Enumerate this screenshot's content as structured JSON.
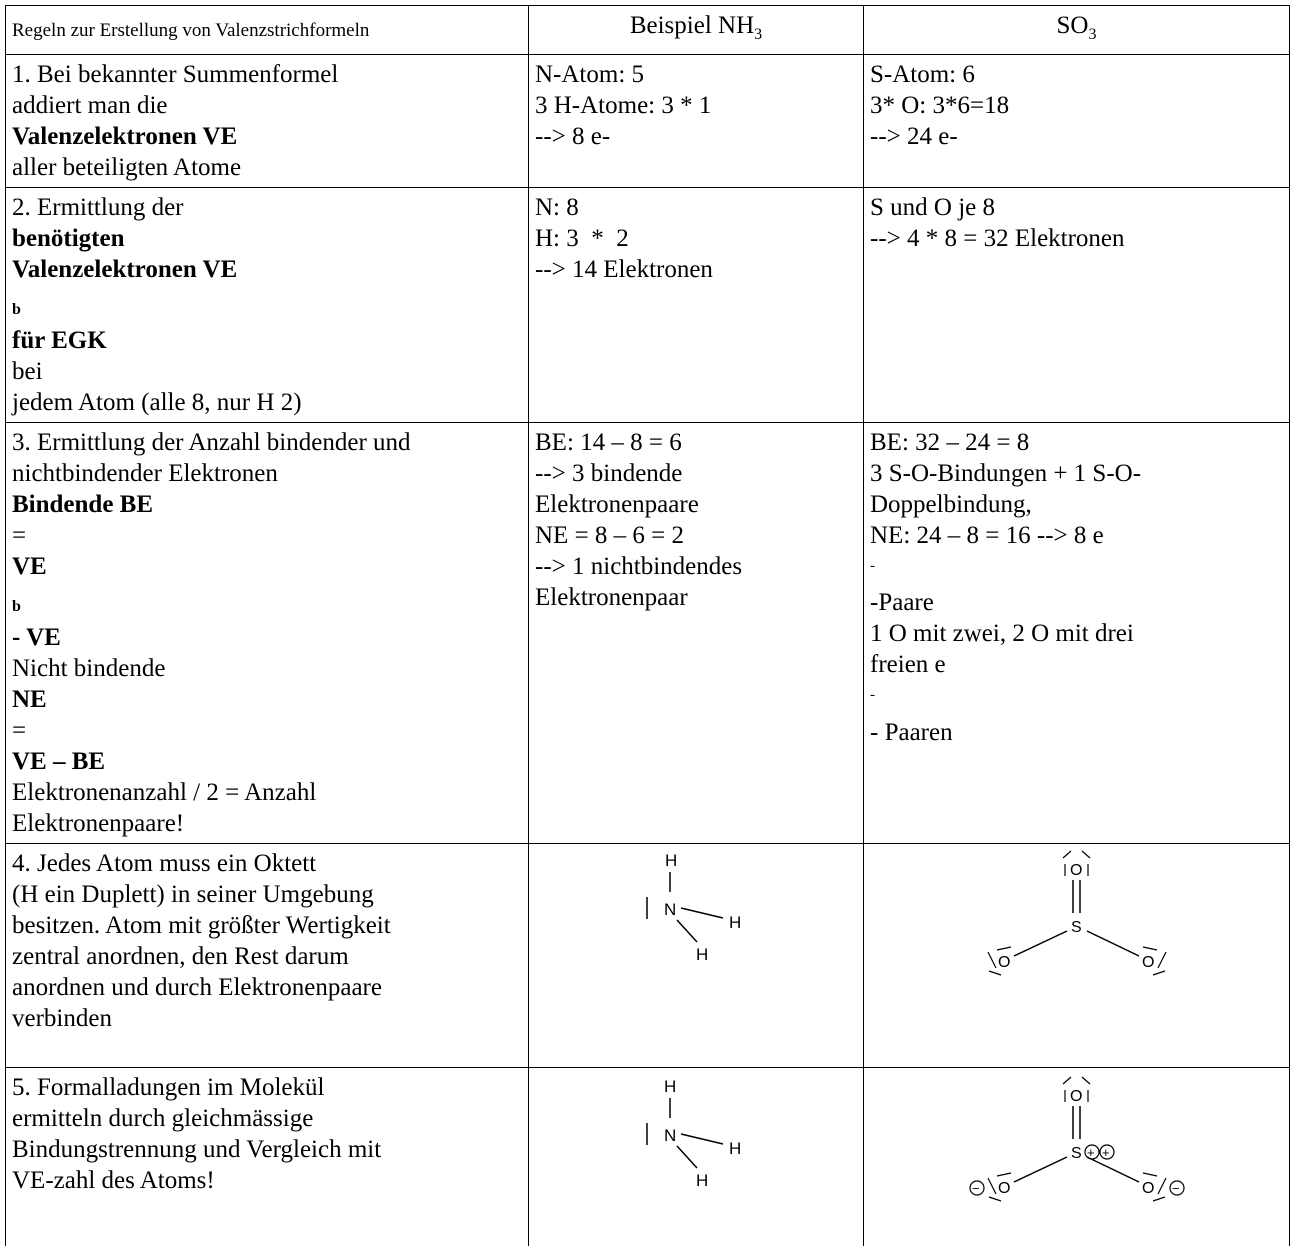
{
  "headers": {
    "rules": "Regeln zur Erstellung von Valenzstrichformeln",
    "example_prefix": "Beispiel NH",
    "example_sub": "3",
    "so3_prefix": "SO",
    "so3_sub": "3"
  },
  "row1": {
    "rule": {
      "t1": "1. Bei bekannter Summenformel",
      "t2": "addiert man die ",
      "t2b": "Valenzelektronen VE",
      "t3": "aller beteiligten Atome"
    },
    "nh3": [
      "N-Atom: 5",
      "3 H-Atome: 3 * 1",
      "--> 8 e-"
    ],
    "so3": [
      "S-Atom: 6",
      "3* O: 3*6=18",
      "--> 24 e-"
    ]
  },
  "row2": {
    "rule": {
      "t1": "2. Ermittlung der ",
      "t1b": "benötigten",
      "t2b": "Valenzelektronen VE",
      "t2sub": "b",
      "t2b2": " für EGK",
      "t2": " bei",
      "t3": "jedem Atom (alle 8, nur H 2)"
    },
    "nh3": [
      "N: 8",
      "H: 3  *  2",
      "--> 14 Elektronen"
    ],
    "so3": [
      "S und O je 8",
      "--> 4 * 8 = 32 Elektronen"
    ]
  },
  "row3": {
    "rule": {
      "l1": "3. Ermittlung der Anzahl bindender und",
      "l2": "nichtbindender Elektronen",
      "l3a": "Bindende BE",
      "l3b": "= ",
      "l3c": "VE",
      "l3sub": "b",
      "l3d": " - VE",
      "l4a": "Nicht bindende ",
      "l4b": "NE",
      "l4c": " = ",
      "l4d": "VE – BE",
      "l5": "Elektronenanzahl / 2 = Anzahl",
      "l6": "Elektronenpaare!"
    },
    "nh3": [
      "BE: 14 – 8 = 6",
      "--> 3 bindende",
      "Elektronenpaare",
      "NE = 8 – 6 = 2",
      "--> 1 nichtbindendes",
      "Elektronenpaar"
    ],
    "so3": {
      "l1": "BE: 32 – 24 = 8",
      "l2": "3 S-O-Bindungen + 1 S-O-",
      "l3": "Doppelbindung,",
      "l4a": "NE: 24 – 8 = 16 --> 8 e",
      "l4sup": "-",
      "l4b": "-Paare",
      "l5": "1 O mit zwei, 2 O mit drei",
      "l6a": "freien e",
      "l6sup": "-",
      "l6b": "- Paaren"
    }
  },
  "row4": {
    "rule": [
      "4. Jedes Atom muss ein Oktett",
      "(H ein Duplett) in seiner Umgebung",
      "besitzen. Atom mit größter Wertigkeit",
      "zentral anordnen, den Rest darum",
      "anordnen und durch Elektronenpaare",
      "verbinden"
    ],
    "nh3_atoms": {
      "center": "N",
      "h": "H"
    },
    "so3_atoms": {
      "center": "S",
      "o": "O"
    }
  },
  "row5": {
    "rule": [
      "5. Formalladungen im Molekül",
      "ermitteln durch gleichmässige",
      "Bindungstrennung und Vergleich mit",
      "VE-zahl des Atoms!"
    ],
    "nh3_atoms": {
      "center": "N",
      "h": "H"
    },
    "so3_atoms": {
      "center": "S",
      "o": "O",
      "plus": "+",
      "minus": "−"
    }
  }
}
